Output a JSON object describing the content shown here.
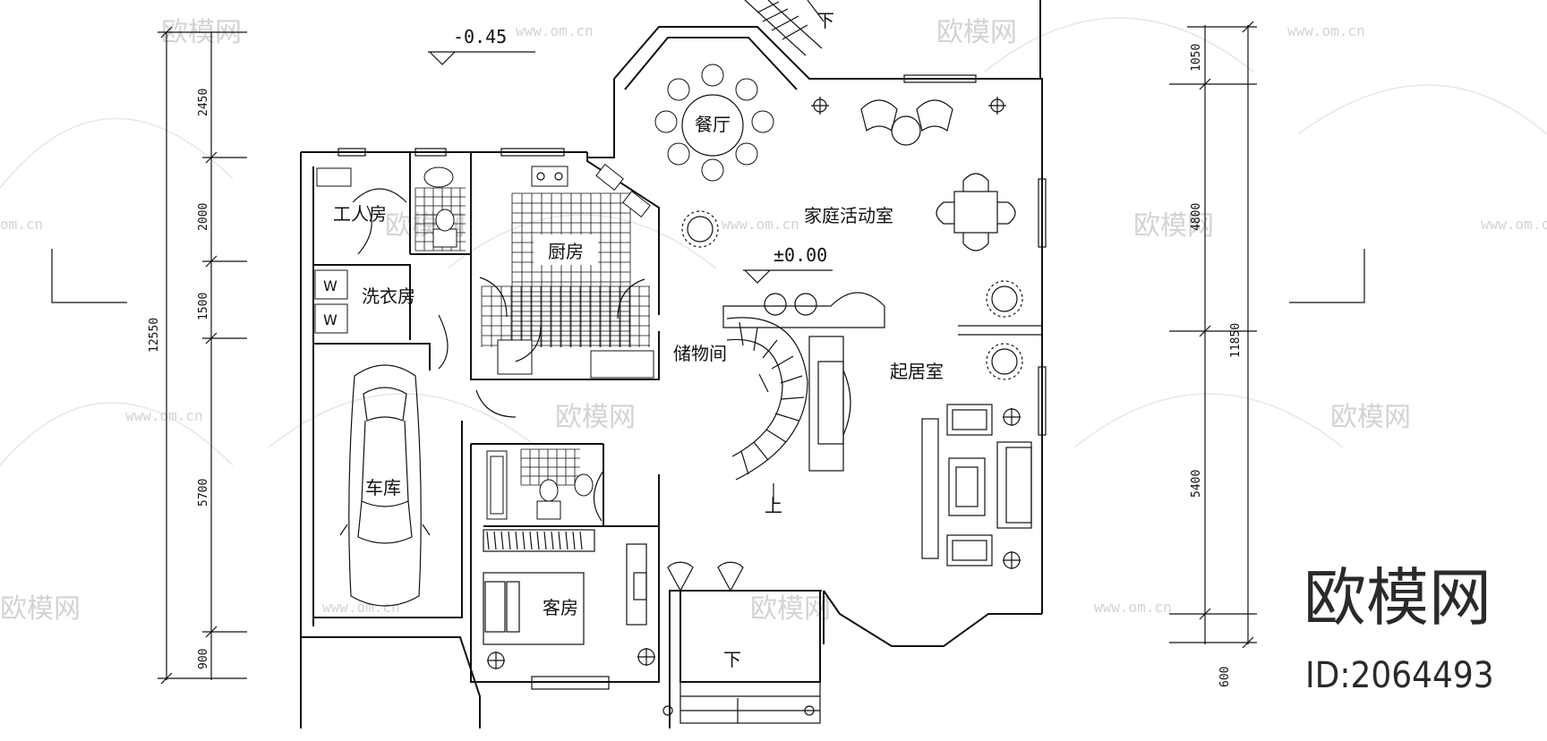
{
  "rooms": {
    "dining": "餐厅",
    "kitchen": "厨房",
    "family_room": "家庭活动室",
    "servant_room": "工人房",
    "laundry": "洗衣房",
    "storage": "储物间",
    "living_room": "起居室",
    "garage": "车库",
    "guest_room": "客房"
  },
  "levels": {
    "outside": "-0.45",
    "inside": "±0.00"
  },
  "stairs": {
    "down_top": "下",
    "up": "上",
    "down_entry": "下"
  },
  "appliance": {
    "washer_1": "W",
    "washer_2": "W"
  },
  "dimensions": {
    "left": [
      "2450",
      "2000",
      "1500",
      "5700",
      "900"
    ],
    "left_total": "12550",
    "right": [
      "1050",
      "4800",
      "5400",
      "600"
    ],
    "right_total": "11850"
  },
  "watermark": {
    "brand": "欧模网",
    "site": "www.om.cn",
    "site_short": "om.cn"
  },
  "brand_label": "欧模网",
  "model_id": "ID:2064493"
}
